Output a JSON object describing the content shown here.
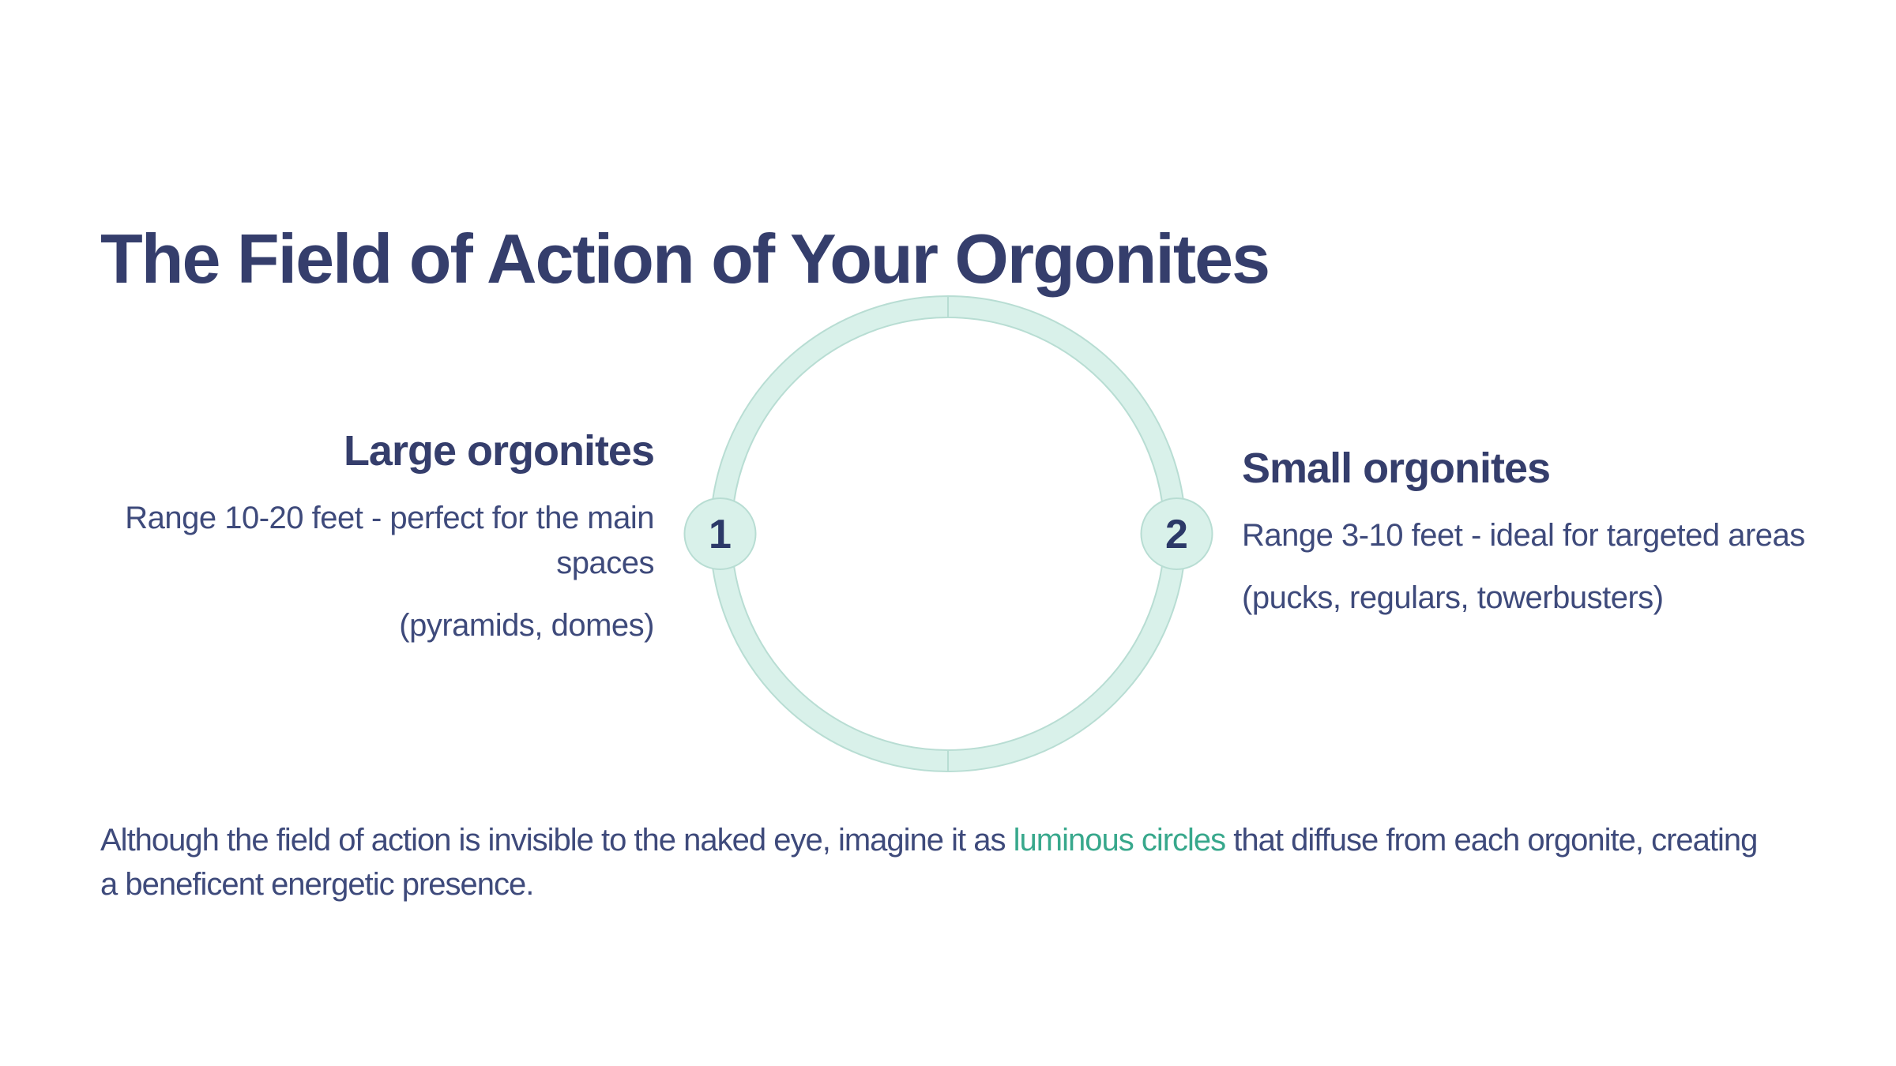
{
  "title": "The Field of Action of Your Orgonites",
  "diagram": {
    "left_item": {
      "number": "1",
      "heading": "Large orgonites",
      "lines": [
        "Range 10-20 feet - perfect for the main",
        "spaces"
      ],
      "note": "(pyramids, domes)"
    },
    "right_item": {
      "number": "2",
      "heading": "Small orgonites",
      "lines": [
        "Range 3-10 feet - ideal for targeted areas"
      ],
      "note": "(pucks, regulars, towerbusters)"
    }
  },
  "footer": {
    "line1_before": "Although the field of action is invisible to the naked eye, imagine it as ",
    "highlight": "luminous circles",
    "line1_after": " that diffuse from each orgonite, creating",
    "line2": "a beneficent energetic presence."
  },
  "colors": {
    "title_navy": "#353e6c",
    "body_navy": "#3e4a7b",
    "badge_number_navy": "#2c3968",
    "highlight_green": "#38a88c",
    "ring_fill": "#d9f1ea",
    "ring_border": "#b8ddd3",
    "background": "#ffffff"
  }
}
